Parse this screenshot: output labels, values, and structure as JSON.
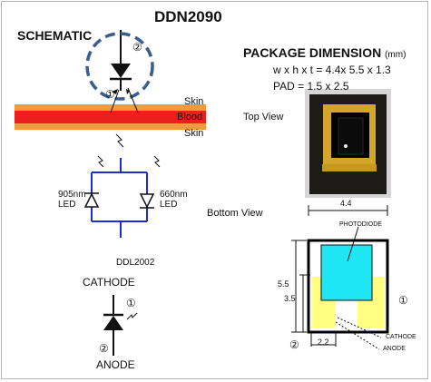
{
  "title": "DDN2090",
  "schematic_label": "SCHEMATIC",
  "package": {
    "heading": "PACKAGE DIMENSION",
    "unit": "(mm)",
    "dimensions": "w x h x t  = 4.4x 5.5 x 1.3",
    "pad": "PAD = 1.5 x 2.5"
  },
  "layers": {
    "skin_top": "Skin",
    "blood": "Blood",
    "skin_bottom": "Skin"
  },
  "pin_markers": {
    "one": "①",
    "two": "②"
  },
  "leds": {
    "left_line1": "905nm",
    "left_line2": "LED",
    "right_line1": "660nm",
    "right_line2": "LED",
    "part": "DDL2002"
  },
  "symbol": {
    "cathode": "CATHODE",
    "anode": "ANODE"
  },
  "views": {
    "top": "Top View",
    "bottom": "Bottom View"
  },
  "drawing": {
    "width": "4.4",
    "height": "5.5",
    "inner_height": "3.5",
    "pad_width": "2.2",
    "photodiode": "PHOTODIODE",
    "cathode_small": "CATHODE",
    "anode_small": "ANODE"
  },
  "colors": {
    "skin": "#f29a3c",
    "blood": "#ec1f1f",
    "led_wire": "#1f2bd6",
    "dashed_circle": "#3b5e8c",
    "photodiode": "#1ee6f2",
    "pads": "#ffff80"
  }
}
